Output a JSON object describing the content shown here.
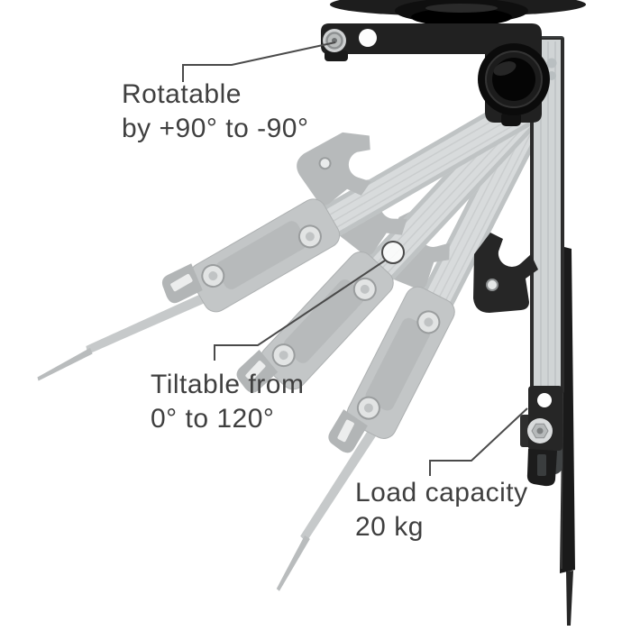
{
  "callouts": {
    "rotation": {
      "line1": "Rotatable",
      "line2": "by +90° to -90°"
    },
    "tilt": {
      "line1": "Tiltable from",
      "line2": "0° to 120°"
    },
    "load": {
      "line1": "Load capacity",
      "line2": "20 kg"
    }
  },
  "colors": {
    "background": "#ffffff",
    "text": "#3f3f3f",
    "leader_line": "#4a4a4a",
    "mount_black": "#1f1f1f",
    "rail_silver": "#d0d4d5",
    "ghost_gray": "#c3c6c7"
  }
}
